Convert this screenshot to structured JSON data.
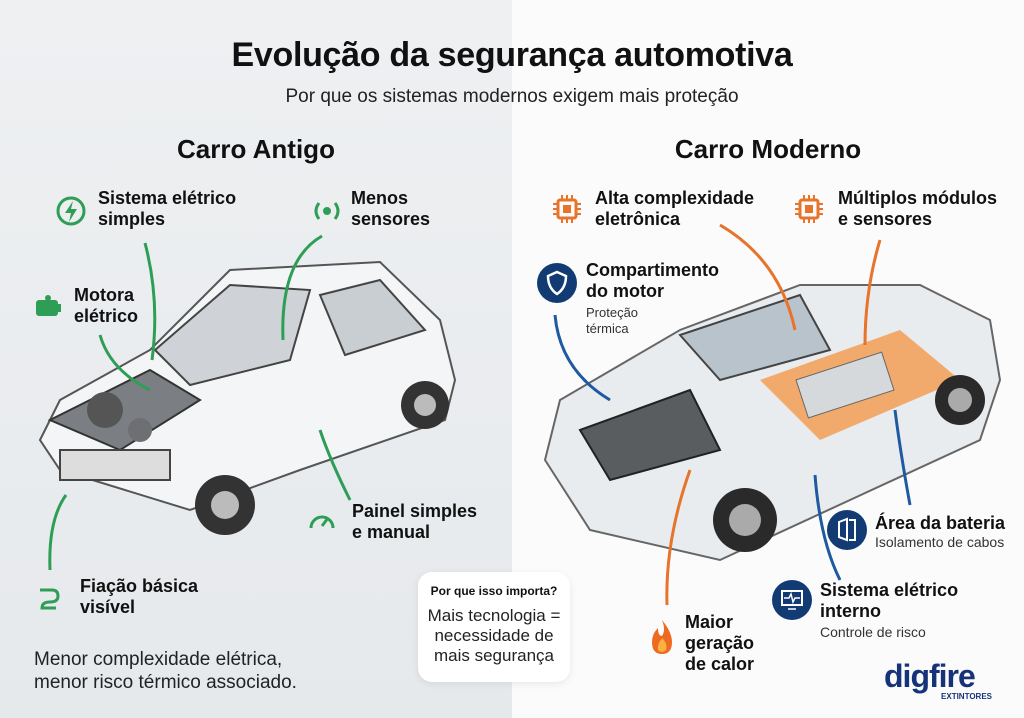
{
  "header": {
    "title": "Evolução da segurança automotiva",
    "subtitle": "Por que os sistemas modernos exigem mais proteção"
  },
  "old_car": {
    "heading": "Carro Antigo",
    "labels": [
      {
        "l1": "Sistema elétrico",
        "l2": "simples",
        "icon": "lightning-icon"
      },
      {
        "l1": "Menos",
        "l2": "sensores",
        "icon": "sensor-signal-icon"
      },
      {
        "l1": "Motora",
        "l2": "elétrico",
        "icon": "battery-icon"
      },
      {
        "l1": "Painel simples",
        "l2": "e manual",
        "icon": "gauge-icon"
      },
      {
        "l1": "Fiação básica",
        "l2": "visível",
        "icon": "plug-icon"
      }
    ],
    "summary_l1": "Menor complexidade elétrica,",
    "summary_l2": "menor risco térmico associado."
  },
  "modern_car": {
    "heading": "Carro Moderno",
    "labels": [
      {
        "l1": "Alta complexidade",
        "l2": "eletrônica",
        "icon": "chip-icon"
      },
      {
        "l1": "Múltiplos módulos",
        "l2": "e sensores",
        "icon": "chip-icon"
      },
      {
        "l1": "Compartimento",
        "l2": "do motor",
        "s1": "Proteção",
        "s2": "térmica",
        "icon": "shield-icon"
      },
      {
        "l1": "Área da bateria",
        "s1": "Isolamento de cabos",
        "icon": "battery-cells-icon"
      },
      {
        "l1": "Sistema elétrico",
        "l2": "interno",
        "s1": "Controle de risco",
        "icon": "monitor-pulse-icon"
      },
      {
        "l1": "Maior",
        "l2": "geração",
        "l3": "de calor",
        "icon": "flame-icon"
      }
    ]
  },
  "callout": {
    "question": "Por que isso importa?",
    "a1": "Mais tecnologia =",
    "a2": "necessidade de",
    "a3": "mais segurança"
  },
  "logo": {
    "name": "digfire",
    "tagline": "EXTINTORES"
  },
  "colors": {
    "green": "#2e9e57",
    "orange": "#e8732a",
    "navy": "#123a73"
  }
}
